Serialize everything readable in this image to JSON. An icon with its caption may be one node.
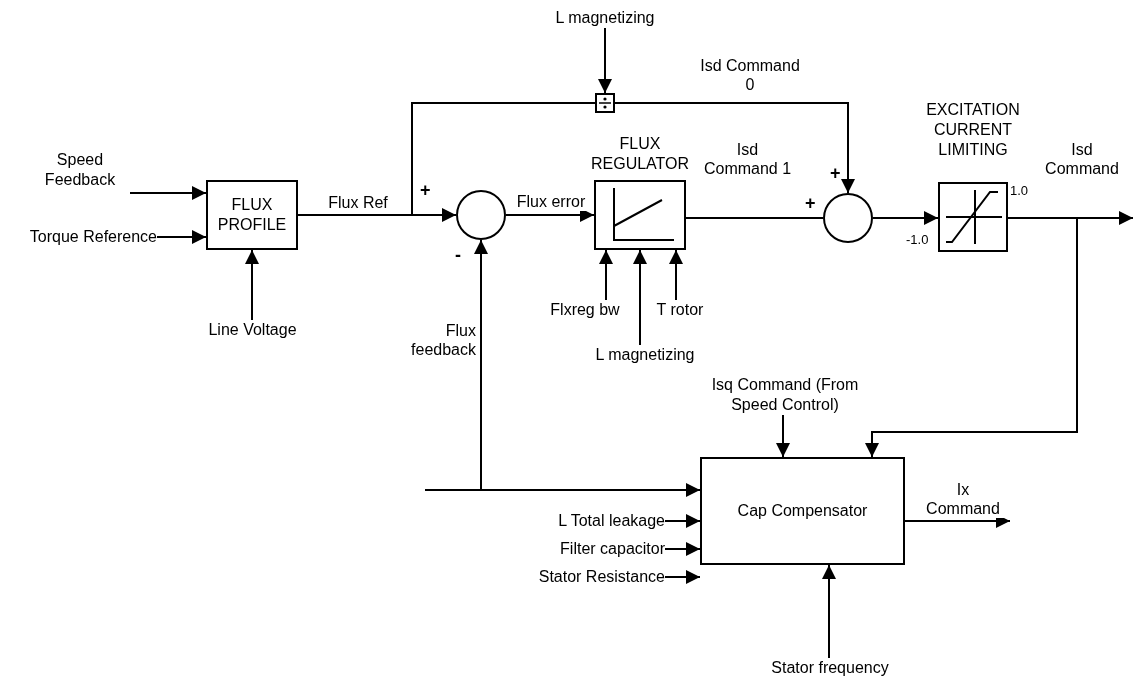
{
  "diagram": {
    "nodes": [
      {
        "text": [
          "Speed Feedback"
        ]
      },
      {
        "text": [
          "Torque Reference"
        ]
      },
      {
        "text": [
          "Line Voltage"
        ]
      },
      {
        "text": [
          "FLUX PROFILE"
        ]
      },
      {
        "text": [],
        "shape": "circle"
      },
      {
        "text": [],
        "shape": "box"
      },
      {
        "text": [
          "L magnetizing"
        ]
      },
      {
        "text": [
          "FLUX REGULATOR"
        ]
      },
      {
        "text": [
          "Flxreg bw"
        ]
      },
      {
        "text": [
          "L magnetizing"
        ]
      },
      {
        "text": [
          "T rotor"
        ]
      },
      {
        "text": [],
        "shape": "circle"
      },
      {
        "text": [
          "EXCITATION CURRENT LIMITING"
        ]
      },
      {
        "text": [
          "Cap Compensator"
        ]
      },
      {
        "text": [
          "Isq Command (From Speed Control)"
        ]
      },
      {
        "text": [
          "L Total leakage"
        ]
      },
      {
        "text": [
          "Filter capacitor"
        ]
      },
      {
        "text": [
          "Stator Resistance"
        ]
      },
      {
        "text": [
          "Stator frequency"
        ]
      }
    ],
    "edges": [
      {
        "from": 0,
        "to": 3,
        "arrow": "to"
      },
      {
        "from": 1,
        "to": 3,
        "arrow": "to"
      },
      {
        "from": 2,
        "to": 3,
        "arrow": "to"
      },
      {
        "from": 3,
        "to": 4,
        "arrow": "to",
        "label": "Flux Ref"
      },
      {
        "from": 3,
        "to": 5,
        "arrow": "none"
      },
      {
        "from": 5,
        "to": 11,
        "arrow": "to",
        "label": "Isd Command 0"
      },
      {
        "from": 6,
        "to": 5,
        "arrow": "to"
      },
      {
        "from": 4,
        "to": 7,
        "arrow": "to",
        "label": "Flux error"
      },
      {
        "from": 7,
        "to": 11,
        "arrow": "none",
        "label": "Isd Command 1"
      },
      {
        "from": 8,
        "to": 7,
        "arrow": "to"
      },
      {
        "from": 9,
        "to": 7,
        "arrow": "to"
      },
      {
        "from": 10,
        "to": 7,
        "arrow": "to"
      },
      {
        "from": 11,
        "to": 12,
        "arrow": "to"
      },
      {
        "from": 12,
        "to": null,
        "arrow": "to",
        "label": "Isd Command"
      },
      {
        "from": 12,
        "to": 13,
        "arrow": "to"
      },
      {
        "from": 14,
        "to": 13,
        "arrow": "to"
      },
      {
        "from": 15,
        "to": 13,
        "arrow": "to"
      },
      {
        "from": 16,
        "to": 13,
        "arrow": "to"
      },
      {
        "from": 17,
        "to": 13,
        "arrow": "to"
      },
      {
        "from": 18,
        "to": 13,
        "arrow": "to"
      },
      {
        "from": 13,
        "to": null,
        "arrow": "to",
        "label": "Ix Command"
      },
      {
        "from": null,
        "to": 13,
        "arrow": "to"
      },
      {
        "from": null,
        "to": 4,
        "arrow": "to",
        "label": "Flux feedback"
      }
    ],
    "labels": [
      "+",
      "-",
      "+",
      "+",
      "1.0",
      "-1.0"
    ]
  }
}
